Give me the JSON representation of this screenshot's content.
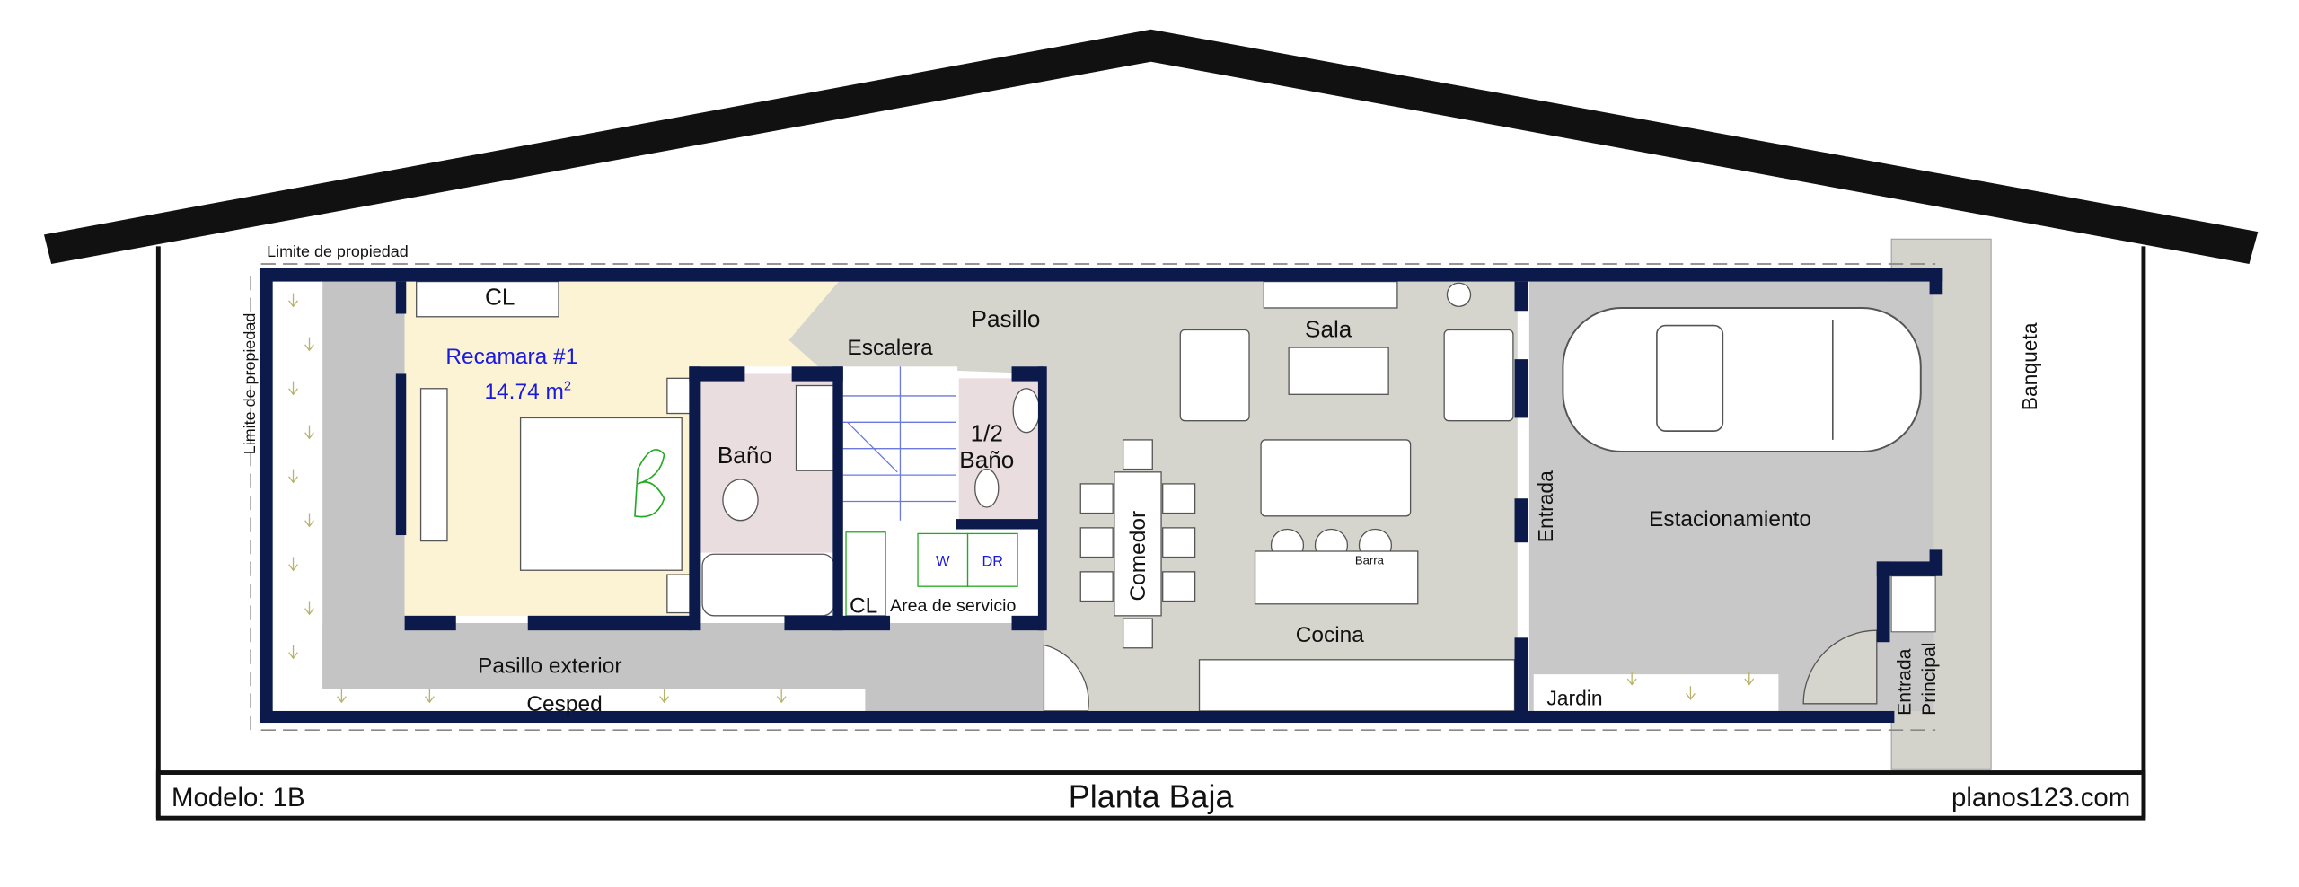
{
  "plan": {
    "property_line_top": "Limite de propiedad",
    "property_line_left": "Limite de propiedad",
    "rooms": {
      "closet_bedroom": "CL",
      "bedroom_name": "Recamara #1",
      "bedroom_area": "14.74 m",
      "bedroom_area_sup": "2",
      "hallway": "Pasillo",
      "stairs": "Escalera",
      "living": "Sala",
      "bathroom": "Baño",
      "half_bath_1": "1/2",
      "half_bath_2": "Baño",
      "dining": "Comedor",
      "entrance": "Entrada",
      "parking": "Estacionamiento",
      "bar": "Barra",
      "kitchen": "Cocina",
      "washer": "W",
      "dryer": "DR",
      "closet_service": "CL",
      "service_area": "Area de servicio",
      "outdoor_hallway": "Pasillo exterior",
      "lawn": "Cesped",
      "garden": "Jardin",
      "main_entrance_1": "Entrada",
      "main_entrance_2": "Principal",
      "sidewalk": "Banqueta"
    },
    "colors": {
      "wall": "#0b1a4a",
      "bedroom": "#fcf3d4",
      "bathroom": "#eadde0",
      "common": "#d6d5cd",
      "garage": "#c8c8c8",
      "label_accent": "#1a1adc"
    }
  },
  "footer": {
    "model": "Modelo: 1B",
    "title": "Planta Baja",
    "website": "planos123.com"
  }
}
